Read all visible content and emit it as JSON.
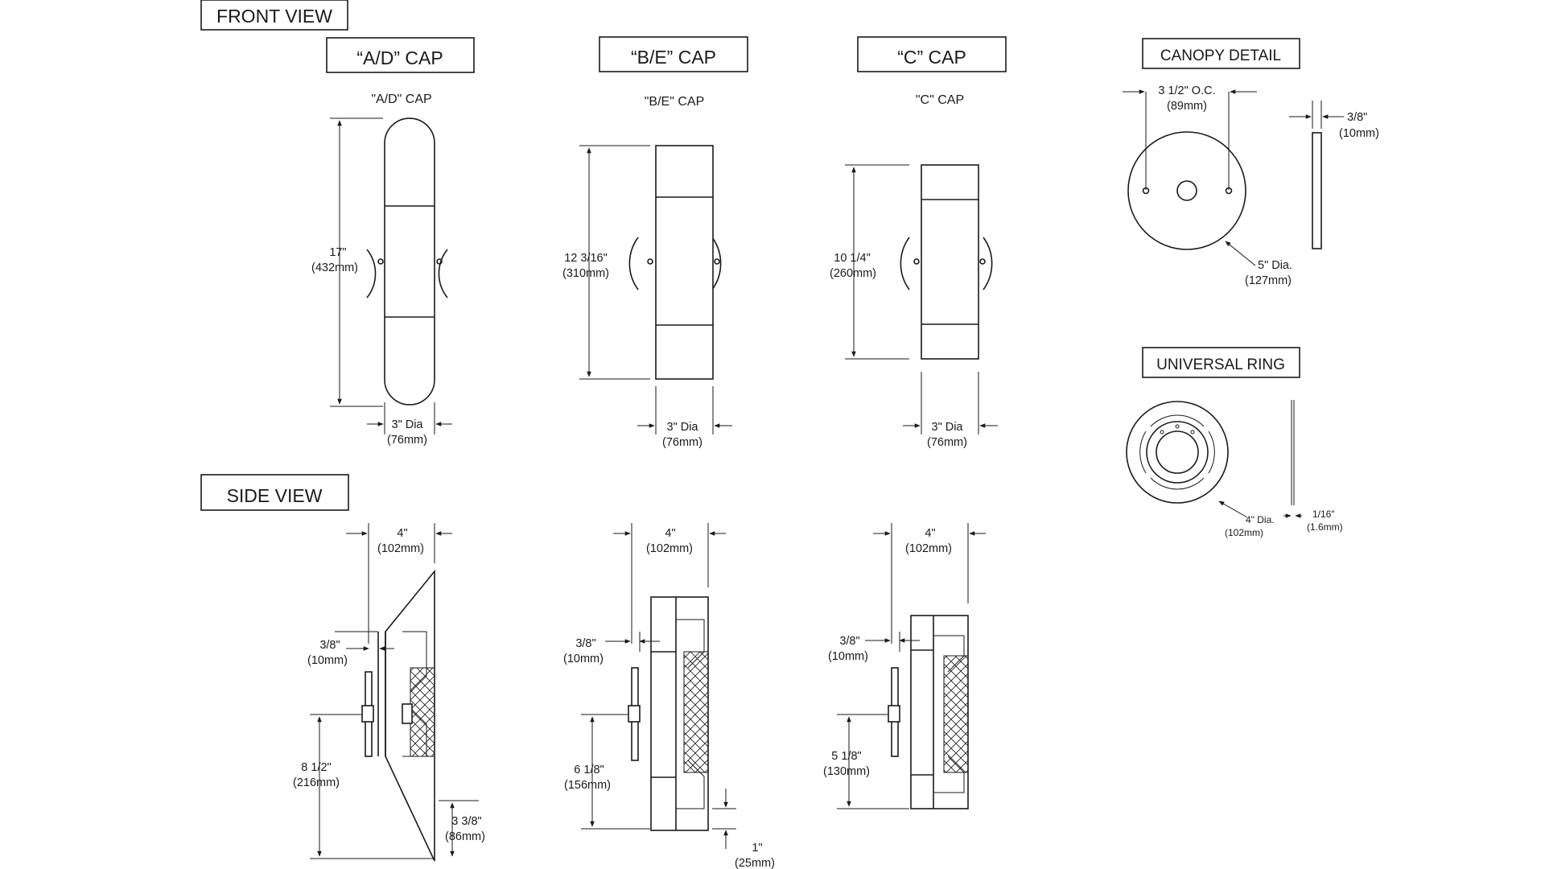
{
  "sections": {
    "front_view": "FRONT  VIEW",
    "side_view": "SIDE  VIEW"
  },
  "caps": {
    "ad": {
      "box": "“A/D” CAP",
      "label": "\"A/D\" CAP",
      "height": "17\"",
      "height_mm": "(432mm)",
      "dia": "3\" Dia",
      "dia_mm": "(76mm)"
    },
    "be": {
      "box": "“B/E” CAP",
      "label": "\"B/E\" CAP",
      "height": "12 3/16\"",
      "height_mm": "(310mm)",
      "dia": "3\" Dia",
      "dia_mm": "(76mm)"
    },
    "c": {
      "box": "“C” CAP",
      "label": "\"C\" CAP",
      "height": "10 1/4\"",
      "height_mm": "(260mm)",
      "dia": "3\" Dia",
      "dia_mm": "(76mm)"
    }
  },
  "canopy": {
    "title": "CANOPY DETAIL",
    "oc": "3 1/2\" O.C.",
    "oc_mm": "(89mm)",
    "thick": "3/8\"",
    "thick_mm": "(10mm)",
    "dia": "5\" Dia.",
    "dia_mm": "(127mm)"
  },
  "ring": {
    "title": "UNIVERSAL RING",
    "dia": "4\" Dia.",
    "dia_mm": "(102mm)",
    "thick": "1/16\"",
    "thick_mm": "(1.6mm)"
  },
  "side": {
    "ad": {
      "depth": "4\"",
      "depth_mm": "(102mm)",
      "plate": "3/8\"",
      "plate_mm": "(10mm)",
      "mount": "8 1/2\"",
      "mount_mm": "(216mm)",
      "angle": "3 3/8\"",
      "angle_mm": "(86mm)"
    },
    "be": {
      "depth": "4\"",
      "depth_mm": "(102mm)",
      "plate": "3/8\"",
      "plate_mm": "(10mm)",
      "mount": "6 1/8\"",
      "mount_mm": "(156mm)",
      "offset": "1\"",
      "offset_mm": "(25mm)"
    },
    "c": {
      "depth": "4\"",
      "depth_mm": "(102mm)",
      "plate": "3/8\"",
      "plate_mm": "(10mm)",
      "mount": "5 1/8\"",
      "mount_mm": "(130mm)"
    }
  }
}
